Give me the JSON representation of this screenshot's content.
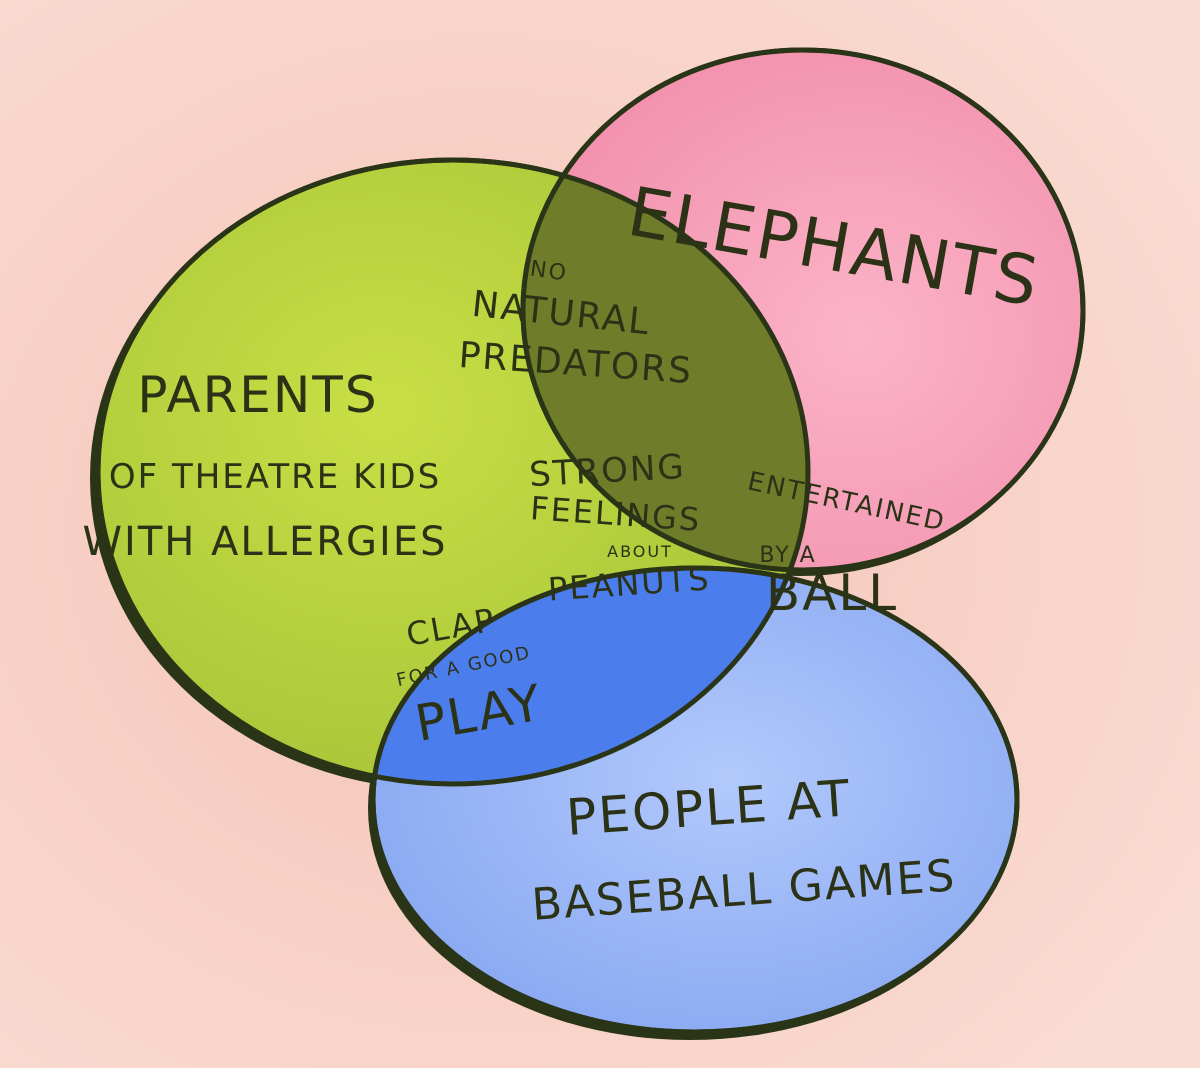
{
  "diagram": {
    "type": "venn",
    "colors": {
      "background": "#f8d8cd",
      "outline": "#2a3417",
      "set_theatre": "#bcd63c",
      "set_elephants": "#f7a1b8",
      "set_baseball": "#9ab6f5",
      "overlap_theatre_elephants": "#6f7d2b",
      "overlap_elephants_baseball": "#f25b80",
      "overlap_theatre_baseball": "#4b7ded",
      "overlap_all": "#fb9a1a"
    },
    "sets": {
      "theatre": {
        "lines": [
          "PARENTS",
          "OF THEATRE KIDS",
          "WITH ALLERGIES"
        ]
      },
      "elephants": {
        "lines": [
          "ELEPHANTS"
        ]
      },
      "baseball": {
        "lines": [
          "PEOPLE AT",
          "BASEBALL GAMES"
        ]
      }
    },
    "overlaps": {
      "theatre_elephants": {
        "lines": [
          "NO",
          "NATURAL",
          "PREDATORS"
        ]
      },
      "elephants_baseball": {
        "lines": [
          "ENTERTAINED",
          "BY A",
          "BALL"
        ]
      },
      "theatre_baseball": {
        "lines": [
          "CLAP",
          "FOR A GOOD",
          "PLAY"
        ]
      },
      "all": {
        "lines": [
          "STRONG",
          "FEELINGS",
          "ABOUT",
          "PEANUTS"
        ]
      }
    }
  }
}
